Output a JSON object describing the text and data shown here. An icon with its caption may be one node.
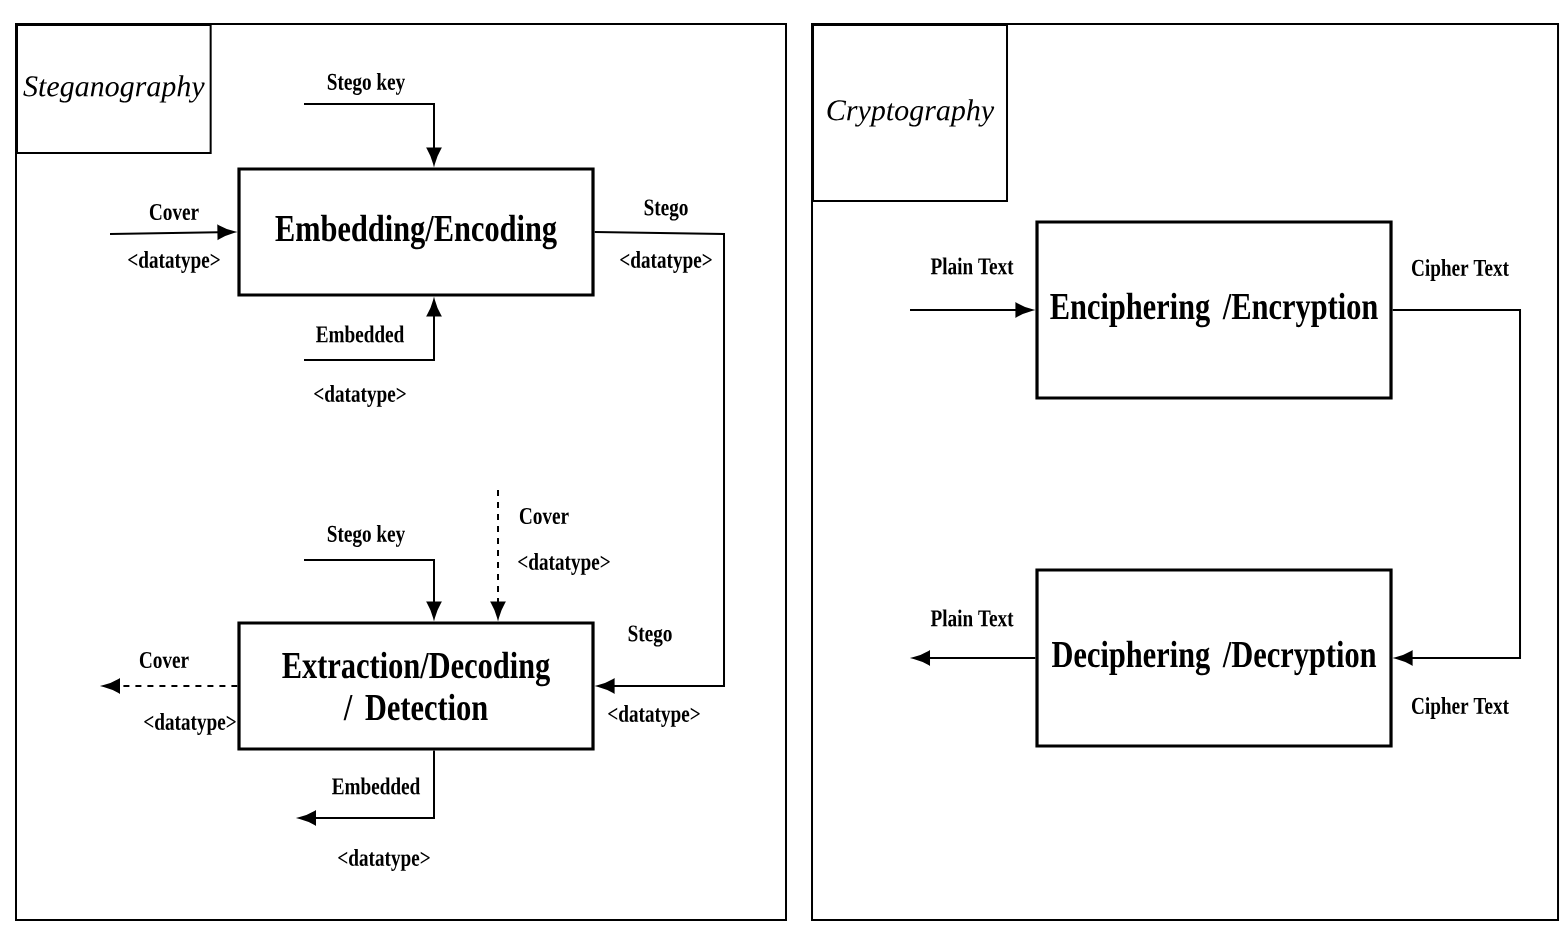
{
  "diagram": {
    "nodes": [
      {
        "text": [
          "Steganography"
        ]
      },
      {
        "text": [
          "Embedding/Encoding"
        ],
        "in": 0
      },
      {
        "text": [
          "Extraction/Decoding / Detection"
        ],
        "in": 0
      },
      {
        "text": [
          "Cryptography"
        ]
      },
      {
        "text": [
          "Enciphering /Encryption"
        ],
        "in": 3
      },
      {
        "text": [
          "Deciphering /Decryption"
        ],
        "in": 3
      }
    ],
    "edges": [
      {
        "from": null,
        "to": 1,
        "arrow": "to",
        "label": "Stego key"
      },
      {
        "from": null,
        "to": 1,
        "arrow": "to",
        "label": "Cover"
      },
      {
        "from": null,
        "to": 1,
        "arrow": "to",
        "label": "Embedded"
      },
      {
        "from": 1,
        "to": 2,
        "arrow": "to",
        "label": "Stego"
      },
      {
        "from": null,
        "to": 2,
        "arrow": "to",
        "label": "Stego key"
      },
      {
        "from": null,
        "to": 2,
        "arrow": "to",
        "label": "Cover",
        "style": "dashed"
      },
      {
        "from": 2,
        "to": null,
        "arrow": "to",
        "label": "Cover",
        "style": "dashed"
      },
      {
        "from": 2,
        "to": null,
        "arrow": "to",
        "label": "Embedded"
      },
      {
        "from": null,
        "to": 4,
        "arrow": "to",
        "label": "Plain Text"
      },
      {
        "from": 4,
        "to": 5,
        "arrow": "to",
        "label": "Cipher Text"
      },
      {
        "from": 5,
        "to": null,
        "arrow": "to",
        "label": "Plain Text"
      }
    ],
    "labels": [
      "<datatype>",
      "<datatype>",
      "<datatype>",
      "<datatype>",
      "Stego",
      "<datatype>",
      "<datatype>",
      "<datatype>",
      "Cipher Text"
    ]
  }
}
